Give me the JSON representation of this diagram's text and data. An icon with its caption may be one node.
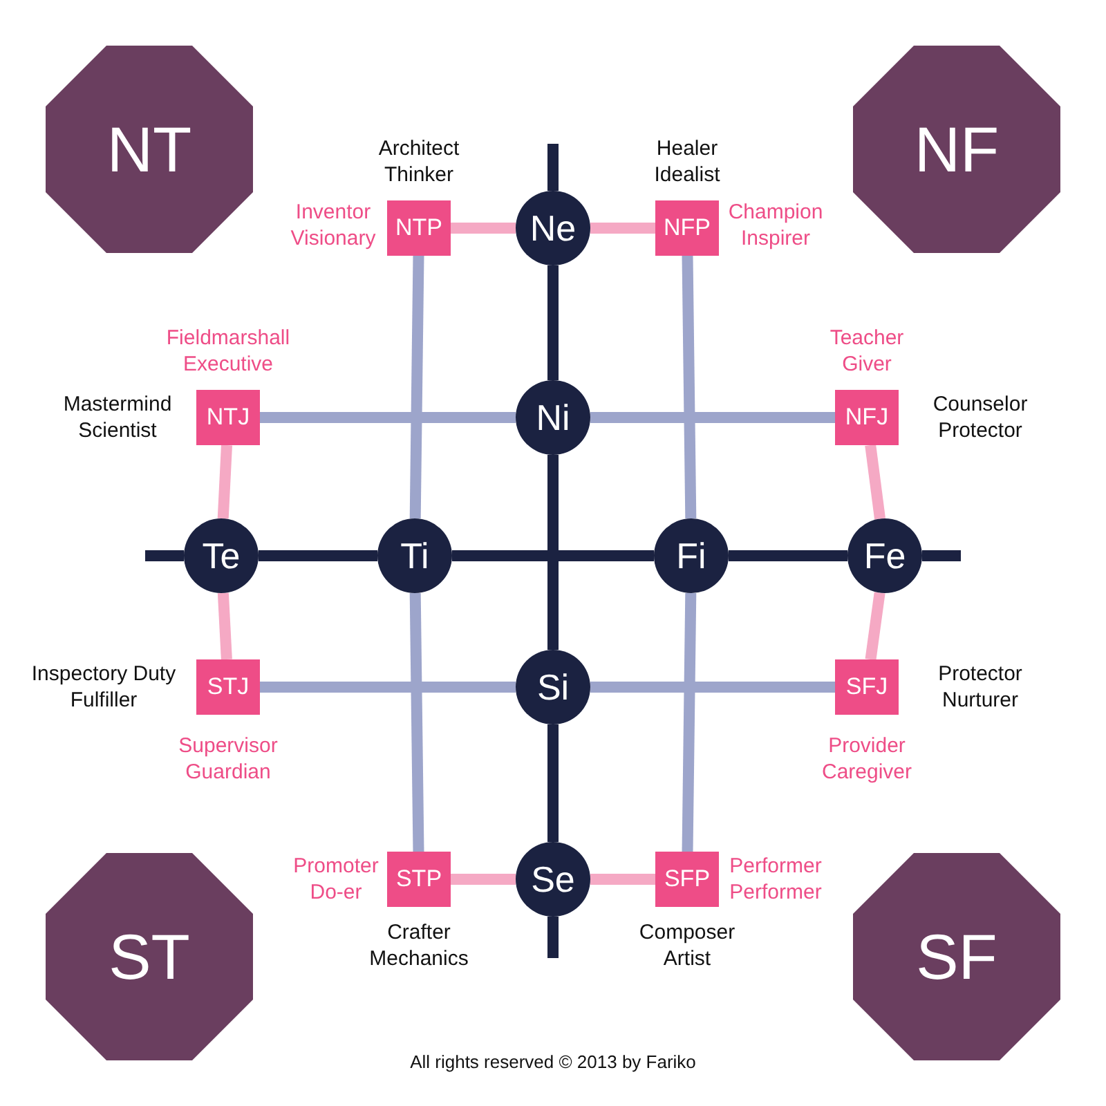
{
  "diagram": {
    "nodes": [
      {
        "text": [
          "NT"
        ]
      },
      {
        "text": [
          "NF"
        ]
      },
      {
        "text": [
          "ST"
        ]
      },
      {
        "text": [
          "SF"
        ]
      },
      {
        "text": [
          "Ne"
        ]
      },
      {
        "text": [
          "NTP"
        ],
        "beside": [
          "Architect Thinker",
          "Inventor Visionary"
        ]
      },
      {
        "text": [
          "NFP"
        ],
        "beside": [
          "Healer Idealist",
          "Champion Inspirer"
        ]
      },
      {
        "text": [
          "NTJ"
        ],
        "beside": [
          "Mastermind Scientist",
          "Fieldmarshall Executive"
        ]
      },
      {
        "text": [
          "Ni"
        ]
      },
      {
        "text": [
          "NFJ"
        ],
        "beside": [
          "Counselor Protector",
          "Teacher Giver"
        ]
      },
      {
        "text": [
          "Te"
        ]
      },
      {
        "text": [
          "Ti"
        ]
      },
      {
        "text": [
          "Fi"
        ]
      },
      {
        "text": [
          "Fe"
        ]
      },
      {
        "text": [
          "STJ"
        ],
        "beside": [
          "Inspectory Duty Fulfiller",
          "Supervisor Guardian"
        ]
      },
      {
        "text": [
          "Si"
        ]
      },
      {
        "text": [
          "SFJ"
        ],
        "beside": [
          "Protector Nurturer",
          "Provider Caregiver"
        ]
      },
      {
        "text": [
          "STP"
        ],
        "beside": [
          "Crafter Mechanics",
          "Promoter Do-er"
        ]
      },
      {
        "text": [
          "Se"
        ]
      },
      {
        "text": [
          "SFP"
        ],
        "beside": [
          "Composer Artist",
          "Performer Performer"
        ]
      }
    ],
    "edges": [
      {
        "from": 4,
        "to": null,
        "arrow": "none"
      },
      {
        "from": 4,
        "to": 8,
        "arrow": "none"
      },
      {
        "from": 8,
        "to": 15,
        "arrow": "none"
      },
      {
        "from": 15,
        "to": 18,
        "arrow": "none"
      },
      {
        "from": 18,
        "to": null,
        "arrow": "none"
      },
      {
        "from": 10,
        "to": null,
        "arrow": "none"
      },
      {
        "from": 10,
        "to": 11,
        "arrow": "none"
      },
      {
        "from": 11,
        "to": 12,
        "arrow": "none"
      },
      {
        "from": 12,
        "to": 13,
        "arrow": "none"
      },
      {
        "from": 13,
        "to": null,
        "arrow": "none"
      },
      {
        "from": 5,
        "to": 11,
        "arrow": "none",
        "color": "#9da5cb"
      },
      {
        "from": 11,
        "to": 17,
        "arrow": "none",
        "color": "#9da5cb"
      },
      {
        "from": 6,
        "to": 12,
        "arrow": "none",
        "color": "#9da5cb"
      },
      {
        "from": 12,
        "to": 19,
        "arrow": "none",
        "color": "#9da5cb"
      },
      {
        "from": 7,
        "to": 8,
        "arrow": "none",
        "color": "#9da5cb"
      },
      {
        "from": 8,
        "to": 9,
        "arrow": "none",
        "color": "#9da5cb"
      },
      {
        "from": 14,
        "to": 15,
        "arrow": "none",
        "color": "#9da5cb"
      },
      {
        "from": 15,
        "to": 16,
        "arrow": "none",
        "color": "#9da5cb"
      },
      {
        "from": 5,
        "to": 4,
        "arrow": "none",
        "color": "#f5a9c4"
      },
      {
        "from": 4,
        "to": 6,
        "arrow": "none",
        "color": "#f5a9c4"
      },
      {
        "from": 7,
        "to": 10,
        "arrow": "none",
        "color": "#f5a9c4"
      },
      {
        "from": 10,
        "to": 14,
        "arrow": "none",
        "color": "#f5a9c4"
      },
      {
        "from": 9,
        "to": 13,
        "arrow": "none",
        "color": "#f5a9c4"
      },
      {
        "from": 13,
        "to": 16,
        "arrow": "none",
        "color": "#f5a9c4"
      },
      {
        "from": 17,
        "to": 18,
        "arrow": "none",
        "color": "#f5a9c4"
      },
      {
        "from": 18,
        "to": 19,
        "arrow": "none",
        "color": "#f5a9c4"
      }
    ],
    "labels": [
      "All rights reserved © 2013 by Fariko"
    ]
  }
}
